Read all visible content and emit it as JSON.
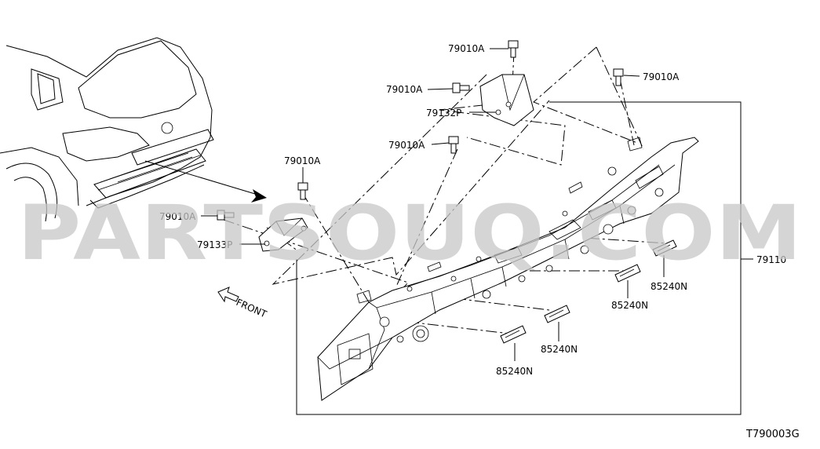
{
  "watermark": "PARTSOUQ.COM",
  "figure_code": "T790003G",
  "direction_label": "FRONT",
  "callouts": {
    "bolt_top_center": "79010A",
    "bolt_upper_left": "79010A",
    "bolt_right": "79010A",
    "bolt_mid": "79010A",
    "bolt_left_top": "79010A",
    "bolt_left": "79010A",
    "bracket_upper": "79132P",
    "bracket_lower": "79133P",
    "panel_assembly": "79110",
    "clip_1": "85240N",
    "clip_2": "85240N",
    "clip_3": "85240N",
    "clip_4": "85240N"
  }
}
